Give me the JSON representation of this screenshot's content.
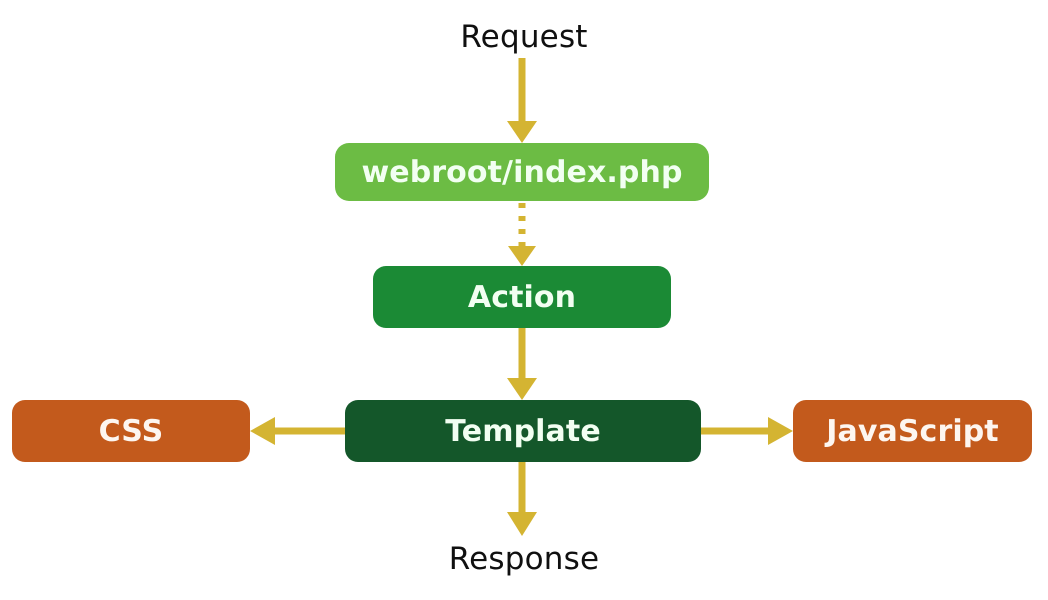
{
  "diagram": {
    "title": "MVC request lifecycle flowchart",
    "background_color": "#ffffff",
    "arrow_color": "#d4b432",
    "labels": {
      "request": "Request",
      "response": "Response"
    },
    "label_text_color": "#101010",
    "nodes": [
      {
        "id": "webroot",
        "label": "webroot/index.php",
        "fill": "#6cbc44",
        "text_color": "#f2fff2"
      },
      {
        "id": "action",
        "label": "Action",
        "fill": "#1b8a35",
        "text_color": "#f2fff2"
      },
      {
        "id": "template",
        "label": "Template",
        "fill": "#14572a",
        "text_color": "#f2fff2"
      },
      {
        "id": "css",
        "label": "CSS",
        "fill": "#c35a1c",
        "text_color": "#fdf6f0"
      },
      {
        "id": "javascript",
        "label": "JavaScript",
        "fill": "#c35a1c",
        "text_color": "#fdf6f0"
      }
    ],
    "edges": [
      {
        "id": "request-to-webroot",
        "from": "Request",
        "to": "webroot/index.php",
        "style": "solid",
        "direction": "down"
      },
      {
        "id": "webroot-to-action",
        "from": "webroot/index.php",
        "to": "Action",
        "style": "dotted",
        "direction": "down"
      },
      {
        "id": "action-to-template",
        "from": "Action",
        "to": "Template",
        "style": "solid",
        "direction": "down"
      },
      {
        "id": "template-to-css",
        "from": "Template",
        "to": "CSS",
        "style": "solid",
        "direction": "left"
      },
      {
        "id": "template-to-javascript",
        "from": "Template",
        "to": "JavaScript",
        "style": "solid",
        "direction": "right"
      },
      {
        "id": "template-to-response",
        "from": "Template",
        "to": "Response",
        "style": "solid",
        "direction": "down"
      }
    ]
  }
}
